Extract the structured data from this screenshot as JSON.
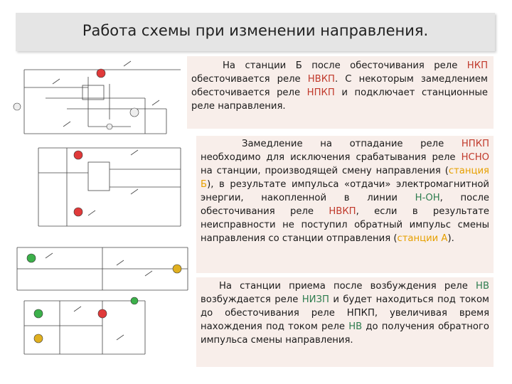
{
  "slide": {
    "title": "Работа схемы при изменении направления."
  },
  "panel1": {
    "s1": "На станции Б после обесточивания реле ",
    "r1": "НКП",
    "s2": " обесточивается реле ",
    "r2": "НВКП",
    "s3": ". С некоторым замедлением обесточивается реле ",
    "r3": "НПКП",
    "s4": " и подключает станционные реле направления."
  },
  "panel2": {
    "s1": "Замедление на отпадание реле ",
    "r1": "НПКП",
    "s2": " необходимо для исключения срабатывания реле ",
    "r2": "НСНО",
    "s3": " на станции, производящей смену направления (",
    "o1": "станция Б",
    "s4": "), в результате импульса «отдачи» электромагнитной энергии, накопленной в линии ",
    "g1": "Н-ОН",
    "s5": ", после обесточивания реле ",
    "r3": "НВКП",
    "s6": ", если в результате неисправности не поступил обратный импульс смены направления со станции отправления (",
    "o2": "станции А",
    "s7": ")."
  },
  "panel3": {
    "s1": "На станции приема после возбуждения реле ",
    "g1": "НВ",
    "s2": " возбуждается реле ",
    "g2": "НИЗП",
    "s3": " и будет находиться под током до обесточивания реле НПКП, увеличивая время нахождения под током реле ",
    "g3": "НВ",
    "s4": " до получения обратного импульса смены направления."
  },
  "colors": {
    "title_bg": "#e5e5e5",
    "panel_bg": "#f8eeea",
    "red": "#c0392b",
    "green": "#2e7d4f",
    "orange": "#e6a000"
  }
}
